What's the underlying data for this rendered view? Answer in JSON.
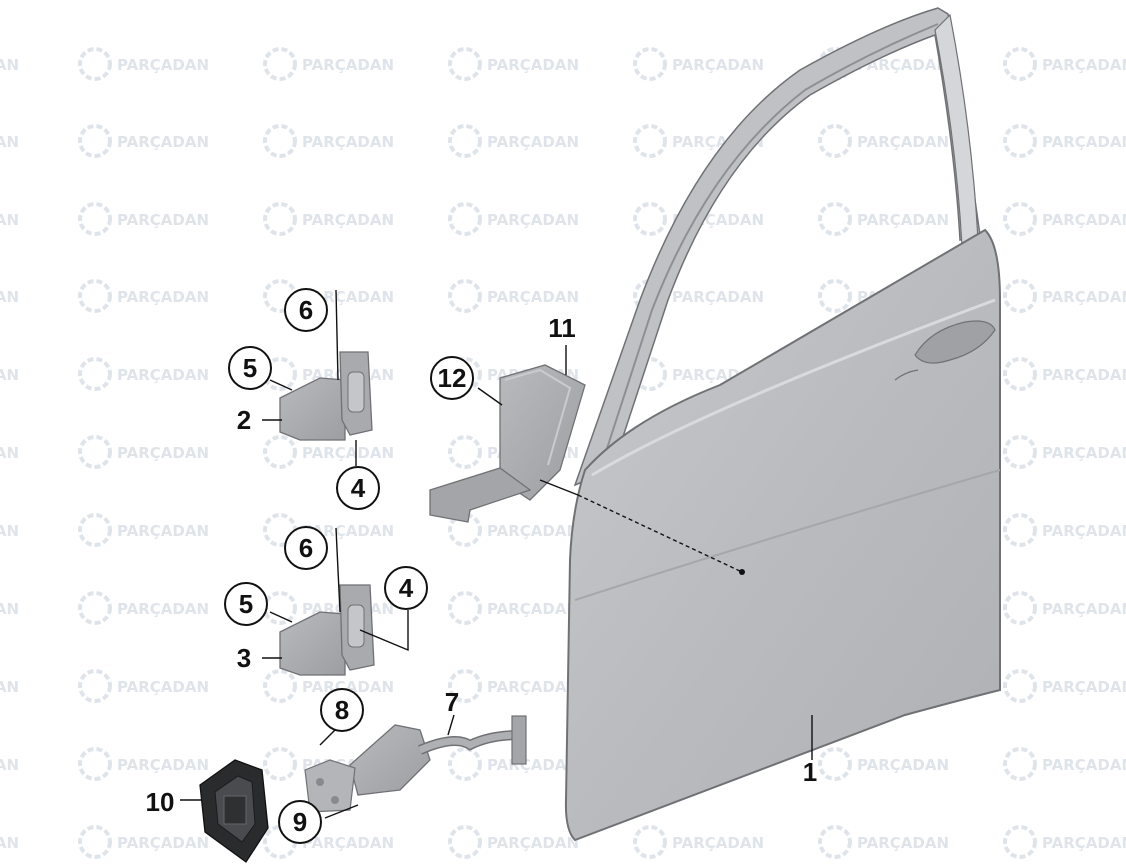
{
  "watermark": {
    "brand": "PARÇADAN"
  },
  "callouts": [
    {
      "id": "c6a",
      "label": "6",
      "circled": true
    },
    {
      "id": "c5a",
      "label": "5",
      "circled": true
    },
    {
      "id": "c2",
      "label": "2",
      "circled": false
    },
    {
      "id": "c4a",
      "label": "4",
      "circled": true
    },
    {
      "id": "c12",
      "label": "12",
      "circled": true
    },
    {
      "id": "c11",
      "label": "11",
      "circled": false
    },
    {
      "id": "c6b",
      "label": "6",
      "circled": true
    },
    {
      "id": "c5b",
      "label": "5",
      "circled": true
    },
    {
      "id": "c4b",
      "label": "4",
      "circled": true
    },
    {
      "id": "c3",
      "label": "3",
      "circled": false
    },
    {
      "id": "c8",
      "label": "8",
      "circled": true
    },
    {
      "id": "c7",
      "label": "7",
      "circled": false
    },
    {
      "id": "c9",
      "label": "9",
      "circled": true
    },
    {
      "id": "c10",
      "label": "10",
      "circled": false
    },
    {
      "id": "c1",
      "label": "1",
      "circled": false
    }
  ]
}
